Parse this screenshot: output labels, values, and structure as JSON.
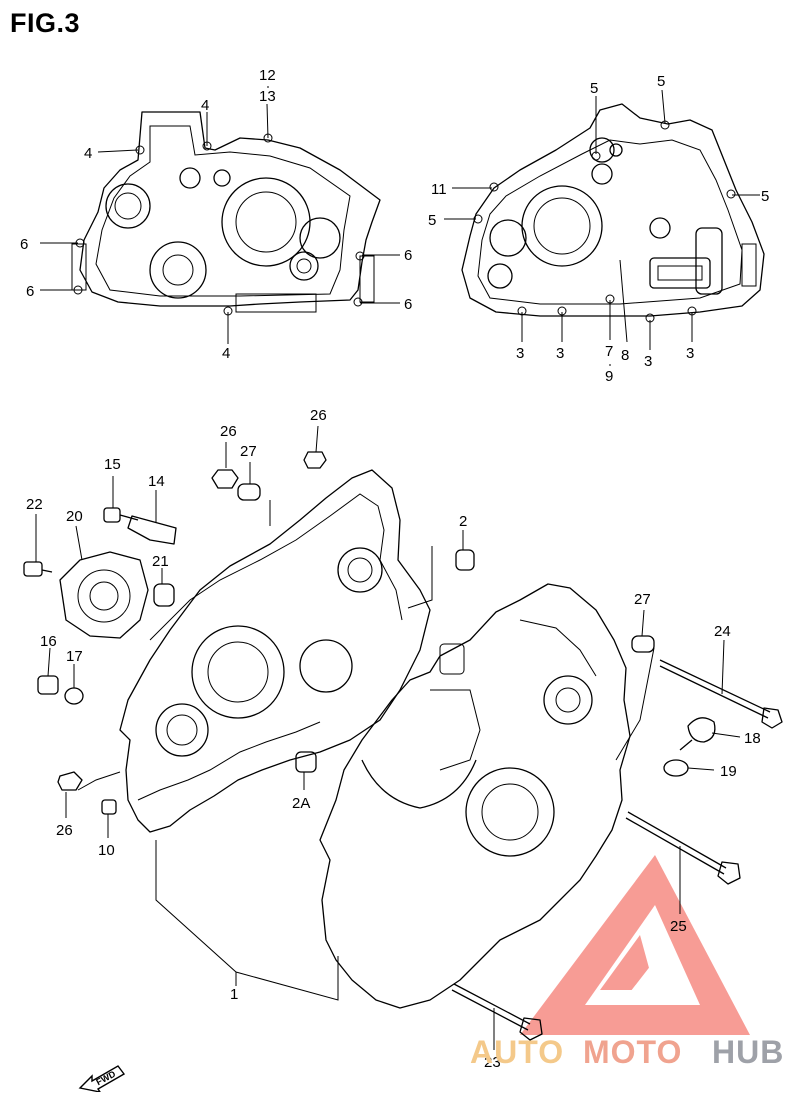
{
  "figure": {
    "title": "FIG.3"
  },
  "watermark": {
    "part_a": "AUTO",
    "part_b": "MOTO",
    "part_c": "HUB",
    "colors": {
      "a": "#f4c98a",
      "b": "#f0a38f",
      "c": "#9ea1a8",
      "logo": "#f47b72"
    }
  },
  "direction_badge": {
    "text": "FWD"
  },
  "callouts": {
    "c12": "12",
    "c13": "13",
    "c4a": "4",
    "c4b": "4",
    "c4c": "4",
    "c6a": "6",
    "c6b": "6",
    "c6c": "6",
    "c6d": "6",
    "c5a": "5",
    "c5b": "5",
    "c5c": "5",
    "c5d": "5",
    "c11": "11",
    "c3a": "3",
    "c3b": "3",
    "c3c": "3",
    "c3d": "3",
    "c7": "7",
    "c9": "9",
    "c8": "8",
    "c26a": "26",
    "c26b": "26",
    "c26c": "26",
    "c27a": "27",
    "c27b": "27",
    "c15": "15",
    "c14": "14",
    "c22": "22",
    "c20": "20",
    "c21": "21",
    "c2": "2",
    "c2A": "2A",
    "c16": "16",
    "c17": "17",
    "c10": "10",
    "c24": "24",
    "c18": "18",
    "c19": "19",
    "c25": "25",
    "c1": "1",
    "c23": "23"
  }
}
